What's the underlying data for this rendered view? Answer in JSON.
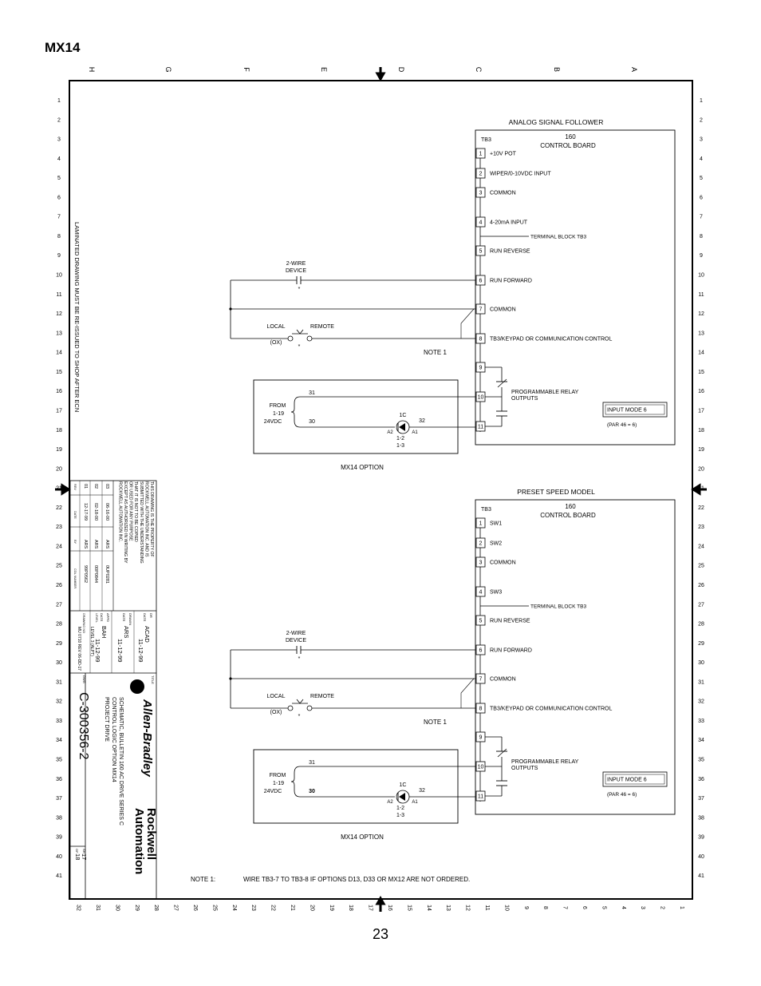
{
  "heading": "MX14",
  "page_number": "23",
  "columns": [
    "H",
    "G",
    "F",
    "E",
    "D",
    "C",
    "B",
    "A"
  ],
  "row_count": 41,
  "bottom_count": 32,
  "side_note": "LAMINATED DRAWING MUST BE RE-ISSUED TO SHOP AFTER ECN",
  "note1_label": "NOTE 1:",
  "note1_text": "WIRE TB3-7 TO TB3-8 IF OPTIONS D13, D33 OR MX12 ARE NOT ORDERED.",
  "circuits": [
    {
      "title": "ANALOG SIGNAL FOLLOWER",
      "tb_label": "TB3",
      "board_line1": "160",
      "board_line2": "CONTROL BOARD",
      "terminals": [
        {
          "num": "1",
          "label": "+10V POT"
        },
        {
          "num": "2",
          "label": "WIPER/0-10VDC INPUT"
        },
        {
          "num": "3",
          "label": "COMMON"
        },
        {
          "num": "4",
          "label": "4-20mA INPUT"
        },
        {
          "num": "5",
          "label": "RUN REVERSE"
        },
        {
          "num": "6",
          "label": "RUN FORWARD"
        },
        {
          "num": "7",
          "label": "COMMON"
        },
        {
          "num": "8",
          "label": "TB3/KEYPAD OR COMMUNICATION CONTROL"
        },
        {
          "num": "9",
          "label": ""
        },
        {
          "num": "10",
          "label": "PROGRAMMABLE RELAY OUTPUTS"
        },
        {
          "num": "11",
          "label": ""
        }
      ],
      "terminal_block_label": "TERMINAL BLOCK TB3",
      "two_wire_1": "2-WIRE",
      "two_wire_2": "DEVICE",
      "asterisk": "*",
      "local": "LOCAL",
      "remote": "REMOTE",
      "ox": "(OX)",
      "note_ref": "NOTE 1",
      "from_1": "FROM",
      "from_2": "1-19",
      "from_3": "24VDC",
      "wire_31": "31",
      "wire_30": "30",
      "wire_32": "32",
      "coil": "1C",
      "a2": "A2",
      "a1": "A1",
      "ref_12": "1-2",
      "ref_13": "1-3",
      "relay_1": "PROGRAMMABLE RELAY",
      "relay_2": "OUTPUTS",
      "input_mode": "INPUT MODE 6",
      "par": "(PAR 46 = 6)",
      "option_label": "MX14 OPTION"
    },
    {
      "title": "PRESET SPEED MODEL",
      "tb_label": "TB3",
      "board_line1": "160",
      "board_line2": "CONTROL BOARD",
      "terminals": [
        {
          "num": "1",
          "label": "SW1"
        },
        {
          "num": "2",
          "label": "SW2"
        },
        {
          "num": "3",
          "label": "COMMON"
        },
        {
          "num": "4",
          "label": "SW3"
        },
        {
          "num": "5",
          "label": "RUN REVERSE"
        },
        {
          "num": "6",
          "label": "RUN FORWARD"
        },
        {
          "num": "7",
          "label": "COMMON"
        },
        {
          "num": "8",
          "label": "TB3/KEYPAD OR COMMUNICATION CONTROL"
        },
        {
          "num": "9",
          "label": ""
        },
        {
          "num": "10",
          "label": "PROGRAMMABLE RELAY OUTPUTS"
        },
        {
          "num": "11",
          "label": ""
        }
      ],
      "terminal_block_label": "TERMINAL BLOCK TB3",
      "two_wire_1": "2-WIRE",
      "two_wire_2": "DEVICE",
      "asterisk": "*",
      "local": "LOCAL",
      "remote": "REMOTE",
      "ox": "(OX)",
      "note_ref": "NOTE 1",
      "from_1": "FROM",
      "from_2": "1-19",
      "from_3": "24VDC",
      "wire_31": "31",
      "wire_30": "30",
      "wire_32": "32",
      "coil": "1C",
      "a2": "A2",
      "a1": "A1",
      "ref_12": "1-2",
      "ref_13": "1-3",
      "relay_1": "PROGRAMMABLE RELAY",
      "relay_2": "OUTPUTS",
      "input_mode": "INPUT MODE 6",
      "par": "(PAR 46 = 6)",
      "option_label": "MX14 OPTION"
    }
  ],
  "title_block": {
    "property_lines": [
      "THIS DRAWING IS THE PROPERTY OF",
      "ROCKWELL AUTOMATION INC. AND IS",
      "SUBMITTED WITH THE UNDERSTANDING",
      "THAT IT IS NOT TO BE COPIED",
      "OR USED FOR ANY PURPOSE",
      "EXCEPT AS AUTHORIZED IN WRITING BY",
      "ROCKWELL AUTOMATION INC."
    ],
    "revisions": [
      {
        "rev": "03",
        "date": "06-16-00",
        "by": "ARS",
        "col": "0UP0281"
      },
      {
        "rev": "02",
        "date": "02-18-00",
        "by": "ARS",
        "col": "00P0844"
      },
      {
        "rev": "01",
        "date": "12-17-99",
        "by": "ARS",
        "col": "99P0562"
      }
    ],
    "rev_headers": {
      "rev": "REV",
      "date": "DATE",
      "by": "BY",
      "col": "COL NUMBER"
    },
    "info": [
      {
        "label": "DR",
        "value": "ACAD"
      },
      {
        "label": "DATE",
        "value": "11-12-99"
      },
      {
        "label": "DRAWN",
        "value": "ARS"
      },
      {
        "label": "DATE",
        "value": "11-12-99"
      },
      {
        "label": "APPD",
        "value": "BAH"
      },
      {
        "label": "DATE",
        "value": "11-12-99"
      },
      {
        "label": "LEVEL",
        "value": "LEVEL 3 (ALPT)"
      },
      {
        "label": "DRAWING NO",
        "value": "MU 0710 REV 06-DD-17"
      }
    ],
    "title_label": "TITLE",
    "title_lines": [
      "SCHEMATIC, BULLETIN 160 AC DRIVE SERIES C",
      "CONTROL LOGIC OPTION MX14",
      "PROJECT DRIVE"
    ],
    "brand": "Allen-Bradley",
    "rockwell_1": "Rockwell",
    "rockwell_2": "Automation",
    "dwg_label": "DWG",
    "drawing_number": "C-300356-2",
    "sheet_label": "SH",
    "sheet": "17",
    "of_label": "OF",
    "of": "18"
  }
}
